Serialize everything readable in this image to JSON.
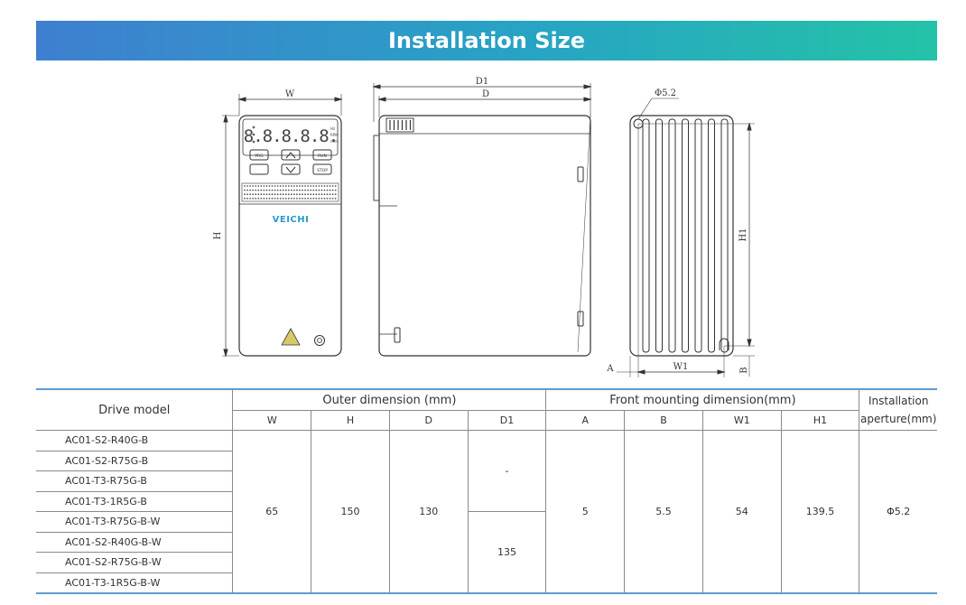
{
  "title": "Installation Size",
  "colors": {
    "banner_start": "#3f7fd0",
    "banner_end": "#24c3a7",
    "table_rule": "#5b9bd5"
  },
  "drawings": {
    "front": {
      "width_label": "W",
      "height_label": "H",
      "display_digits": "8.8.8.8.8.",
      "brand": "VEICHI",
      "indicators_right": [
        "Hz",
        "RPM",
        "mm"
      ],
      "keys": [
        "PRG",
        "RUN",
        "STOP"
      ]
    },
    "side": {
      "d1_label": "D1",
      "d_label": "D"
    },
    "back": {
      "aperture_label": "Φ5.2",
      "h1_label": "H1",
      "w1_label": "W1",
      "a_label": "A",
      "b_label": "B"
    }
  },
  "table": {
    "model_header": "Drive model",
    "group_outer": "Outer dimension (mm)",
    "group_front": "Front mounting dimension(mm)",
    "aperture_header_1": "Installation",
    "aperture_header_2": "aperture(mm)",
    "subheaders": [
      "W",
      "H",
      "D",
      "D1",
      "A",
      "B",
      "W1",
      "H1"
    ],
    "models": [
      "AC01-S2-R40G-B",
      "AC01-S2-R75G-B",
      "AC01-T3-R75G-B",
      "AC01-T3-1R5G-B",
      "AC01-T3-R75G-B-W",
      "AC01-S2-R40G-B-W",
      "AC01-S2-R75G-B-W",
      "AC01-T3-1R5G-B-W"
    ],
    "values": {
      "W": "65",
      "H": "150",
      "D": "130",
      "D1_a": "-",
      "D1_b": "135",
      "A": "5",
      "B": "5.5",
      "W1": "54",
      "H1": "139.5",
      "aperture": "Φ5.2"
    }
  }
}
